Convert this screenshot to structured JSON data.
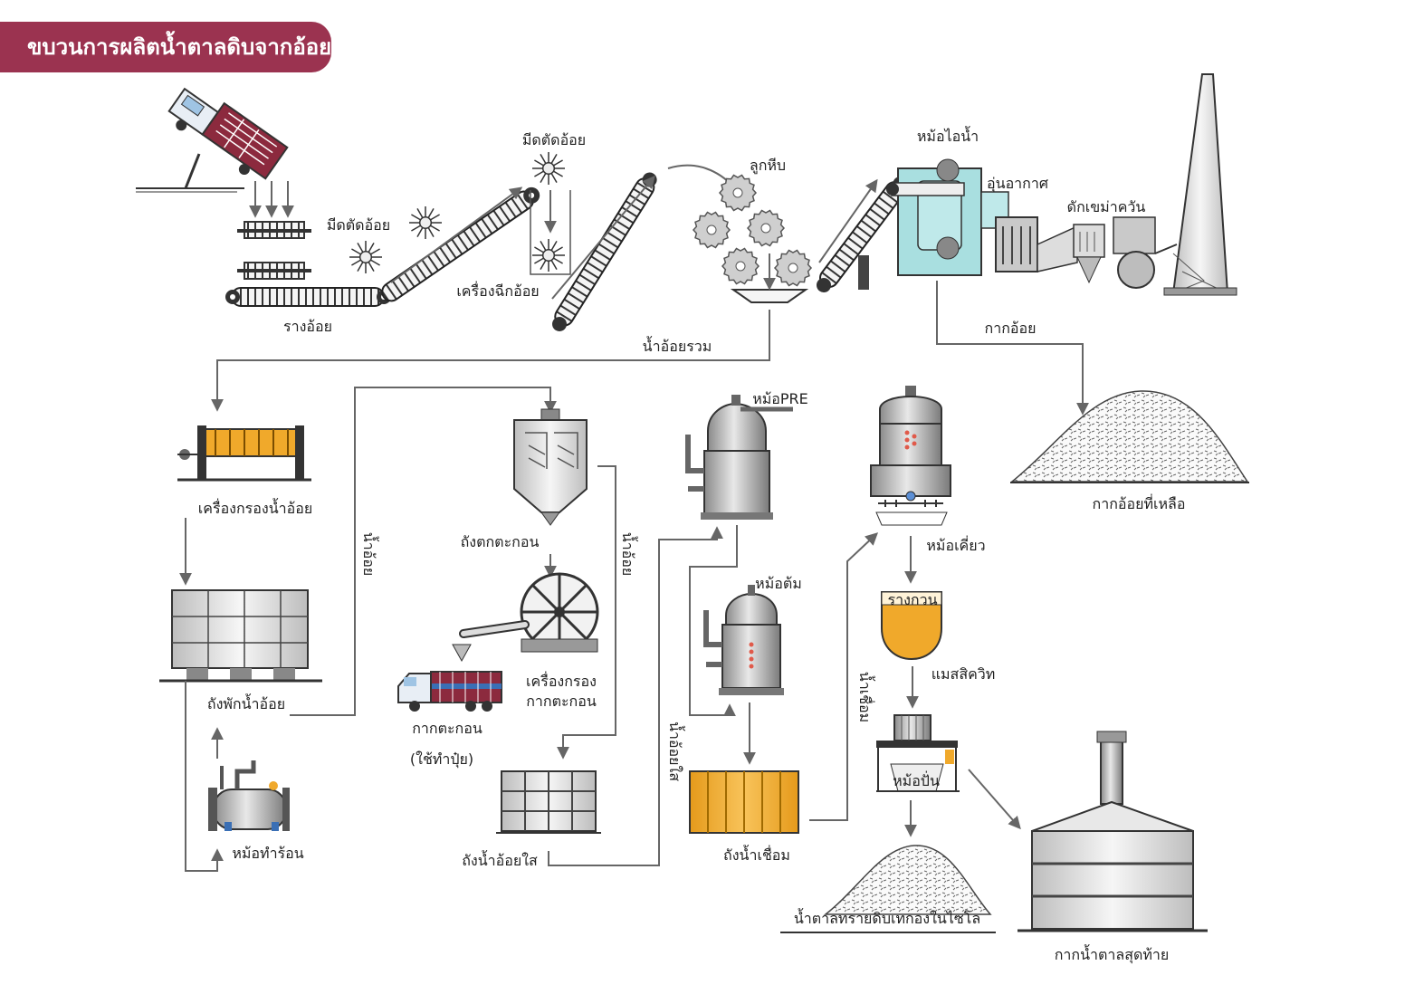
{
  "title": "ขบวนการผลิตน้ำตาลดิบจากอ้อย",
  "colors": {
    "banner": "#9b3350",
    "boiler": "#a9dfe0",
    "tank_steel": "#c9c9c9",
    "juice_yellow": "#f0a92b",
    "arrow": "#666666"
  },
  "labels": {
    "cane_chute": "รางอ้อย",
    "cane_knife_1": "มีดตัดอ้อย",
    "cane_knife_2": "มีดตัดอ้อย",
    "shredder": "เครื่องฉีกอ้อย",
    "crusher_rolls": "ลูกหีบ",
    "mixed_juice": "น้ำอ้อยรวม",
    "boiler": "หม้อไอน้ำ",
    "air_heater": "อุ่นอากาศ",
    "soot_trap": "ดักเขม่าควัน",
    "bagasse": "กากอ้อย",
    "remaining_bagasse": "กากอ้อยที่เหลือ",
    "juice_filter": "เครื่องกรองน้ำอ้อย",
    "juice_storage_tank": "ถังพักน้ำอ้อย",
    "heater": "หม้อทำร้อน",
    "clarifier": "ถังตกตะกอน",
    "mud_filter_line1": "เครื่องกรอง",
    "mud_filter_line2": "กากตะกอน",
    "filter_cake_line1": "กากตะกอน",
    "filter_cake_line2": "(ใช้ทำปุ๋ย)",
    "clear_juice_tank": "ถังน้ำอ้อยใส",
    "pre_evaporator": "หม้อPRE",
    "evaporator": "หม้อต้ม",
    "syrup_tank": "ถังน้ำเชื่อม",
    "vacuum_pan": "หม้อเคี่ยว",
    "crystallizer": "รางกวน",
    "massecuite": "แมสสิควิท",
    "centrifugal": "หม้อปั่น",
    "raw_sugar_silo": "น้ำตาลทรายดิบเทกองในไซโล",
    "final_molasses": "กากน้ำตาลสุดท้าย",
    "juice_vertical_1": "น้ำอ้อย",
    "juice_vertical_2": "น้ำอ้อย",
    "clear_juice_vertical": "น้ำอ้อยใส",
    "syrup_vertical": "น้ำเชื่อม"
  }
}
